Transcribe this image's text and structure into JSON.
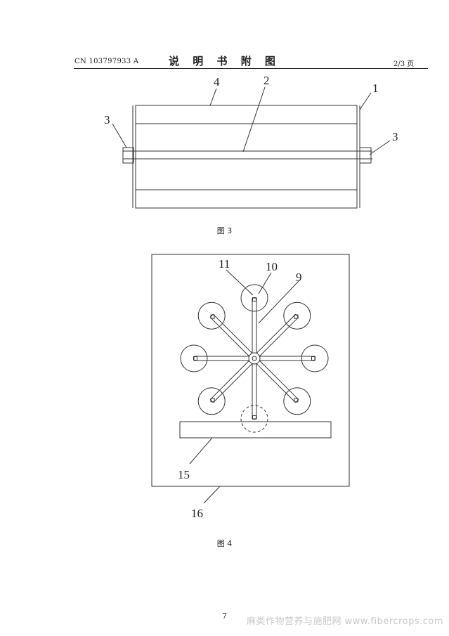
{
  "header": {
    "patent_number": "CN 103797933 A",
    "section_title": "说 明 书 附 图",
    "page_of": "2/3 页"
  },
  "figure3": {
    "caption": "图 3",
    "labels": {
      "frame": "1",
      "shaft": "2",
      "bearing": "3",
      "drum": "4"
    }
  },
  "figure4": {
    "caption": "图 4",
    "labels": {
      "spoke": "9",
      "holder": "10",
      "clip": "11",
      "tray": "15",
      "base": "16"
    }
  },
  "footer": {
    "page_number": "7",
    "watermark": "麻类作物营养与施肥网 www.fibercrops.com"
  }
}
